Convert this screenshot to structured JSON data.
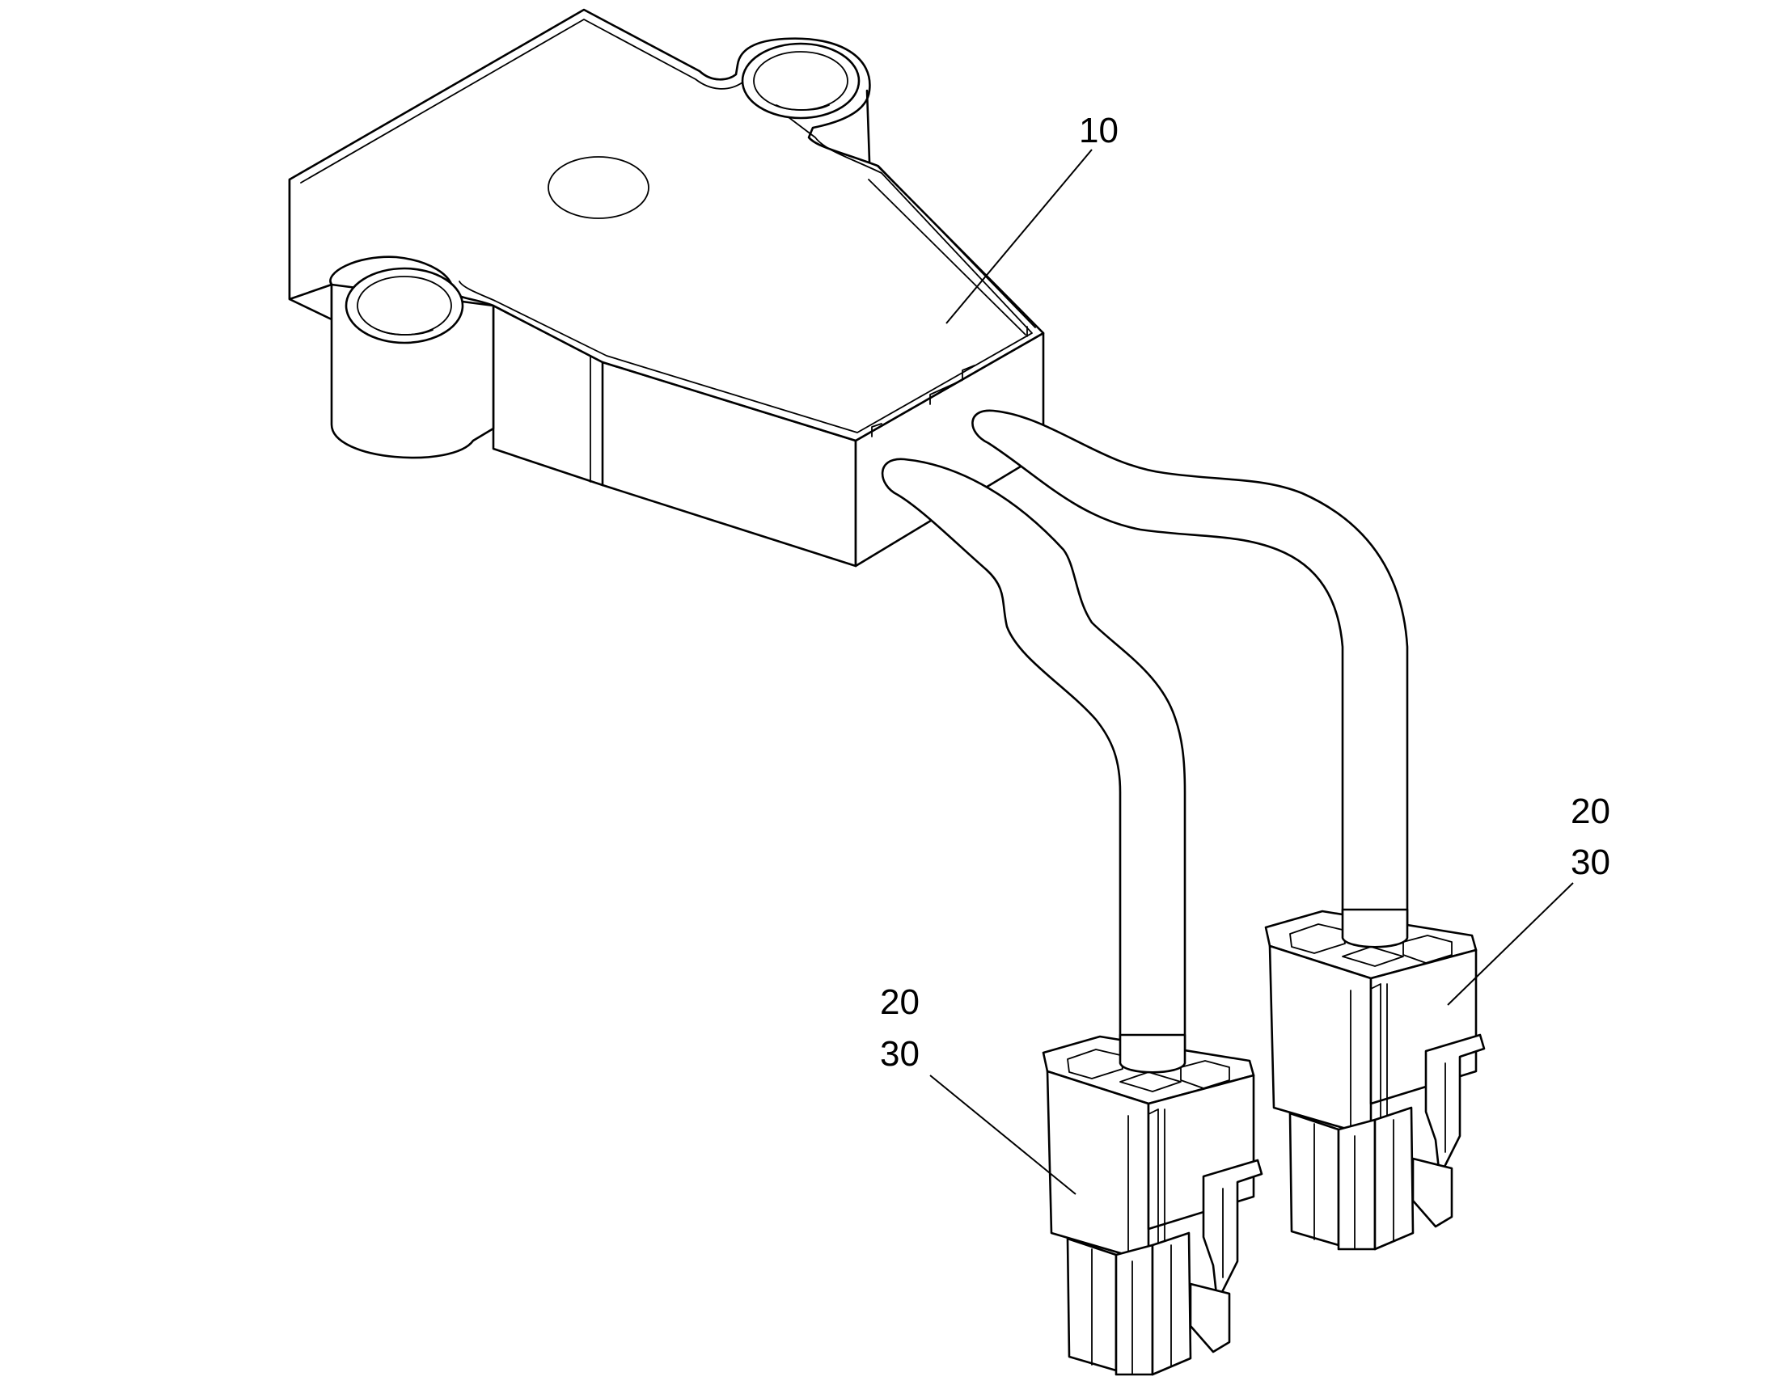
{
  "figure": {
    "labels": {
      "device_body": "10",
      "connector_right_a": "20",
      "connector_right_b": "30",
      "connector_left_a": "20",
      "connector_left_b": "30"
    },
    "colors": {
      "line": "#000000",
      "background": "#ffffff"
    }
  }
}
